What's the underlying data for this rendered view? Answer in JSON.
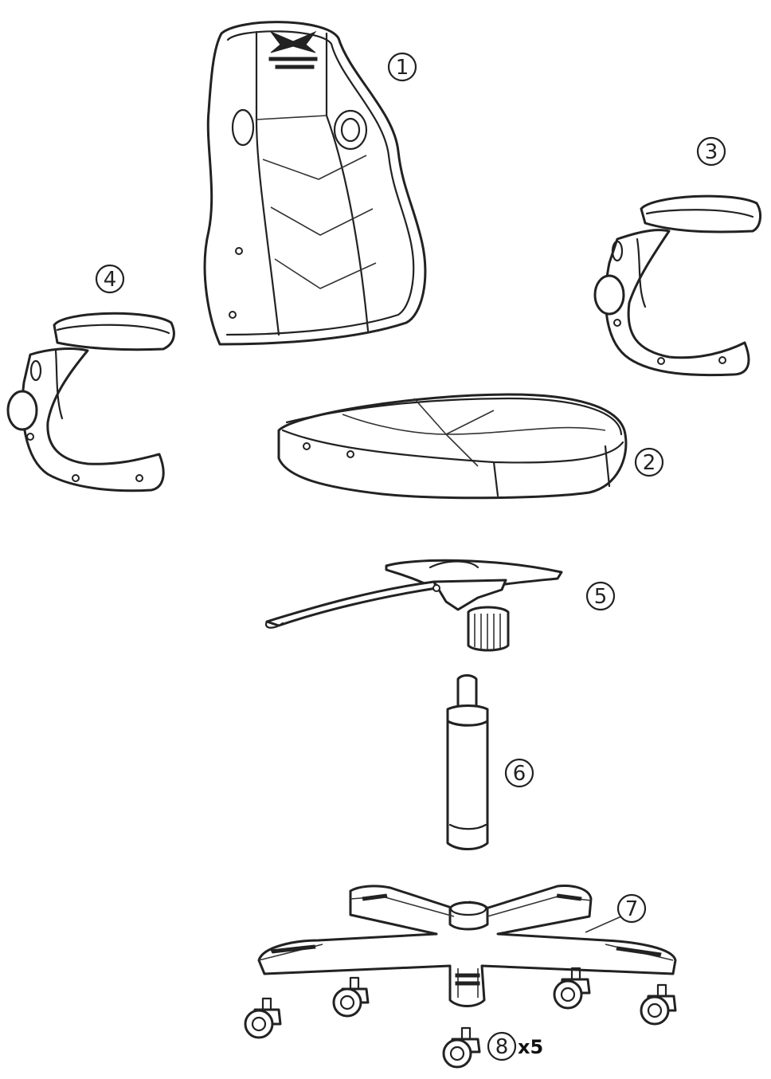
{
  "parts": [
    {
      "id": "backrest",
      "number": "1"
    },
    {
      "id": "seat",
      "number": "2"
    },
    {
      "id": "armrest-right",
      "number": "3"
    },
    {
      "id": "armrest-left",
      "number": "4"
    },
    {
      "id": "tilt-mechanism",
      "number": "5"
    },
    {
      "id": "gas-lift",
      "number": "6"
    },
    {
      "id": "base",
      "number": "7"
    },
    {
      "id": "casters",
      "number": "8",
      "quantity": "x5"
    }
  ]
}
